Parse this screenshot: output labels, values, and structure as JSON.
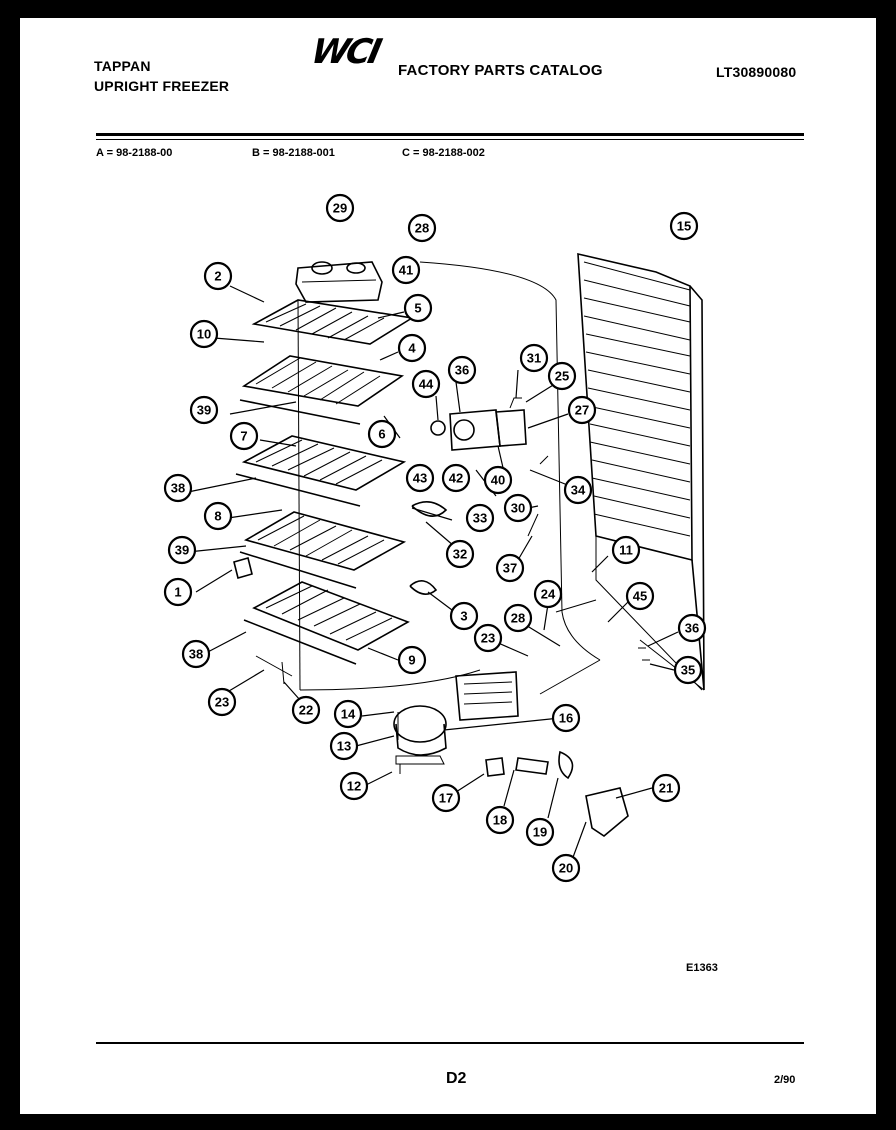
{
  "header": {
    "brand": "TAPPAN",
    "product": "UPRIGHT FREEZER",
    "logo": "WCI",
    "catalog_title": "FACTORY PARTS CATALOG",
    "model_number": "LT30890080"
  },
  "models": [
    {
      "label": "A = 98-2188-00"
    },
    {
      "label": "B = 98-2188-001"
    },
    {
      "label": "C = 98-2188-002"
    }
  ],
  "diagram": {
    "drawing_code": "E1363",
    "callouts": [
      "29",
      "28",
      "41",
      "15",
      "2",
      "5",
      "10",
      "4",
      "44",
      "36",
      "31",
      "25",
      "39",
      "6",
      "27",
      "7",
      "43",
      "42",
      "40",
      "34",
      "38",
      "33",
      "30",
      "8",
      "32",
      "39",
      "37",
      "11",
      "1",
      "3",
      "24",
      "45",
      "28",
      "23",
      "36",
      "38",
      "9",
      "35",
      "23",
      "22",
      "14",
      "16",
      "13",
      "12",
      "17",
      "18",
      "19",
      "21",
      "20"
    ]
  },
  "footer": {
    "page_code": "D2",
    "date": "2/90"
  }
}
